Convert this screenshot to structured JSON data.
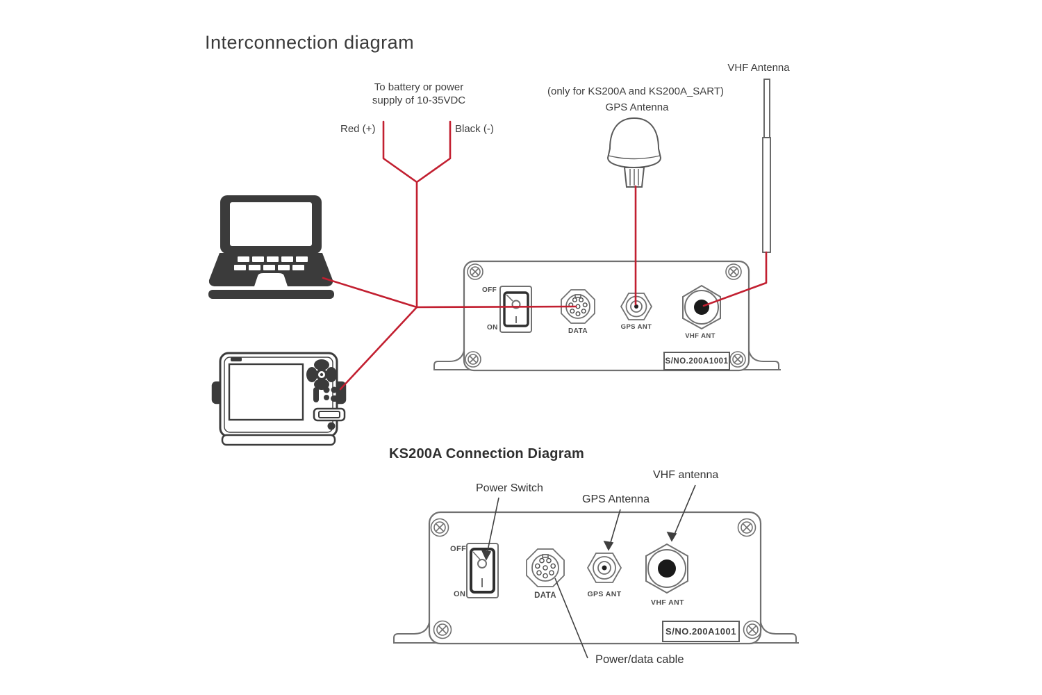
{
  "colors": {
    "wire_red": "#c21f30",
    "line_gray": "#707070",
    "device_dark": "#3b3b3b",
    "text": "#3d3d3d"
  },
  "top_diagram": {
    "title": "Interconnection diagram",
    "battery_note_line1": "To battery or power",
    "battery_note_line2": "supply of 10-35VDC",
    "red_wire_label": "Red (+)",
    "black_wire_label": "Black (-)",
    "gps_note": "(only for KS200A and KS200A_SART)",
    "gps_antenna_label": "GPS Antenna",
    "vhf_antenna_label": "VHF Antenna",
    "panel": {
      "off": "OFF",
      "on": "ON",
      "data": "DATA",
      "gps_ant": "GPS ANT",
      "vhf_ant": "VHF ANT",
      "serial": "S/NO.200A1001"
    }
  },
  "bottom_diagram": {
    "heading": "KS200A Connection Diagram",
    "power_switch_label": "Power Switch",
    "gps_antenna_label": "GPS Antenna",
    "vhf_antenna_label": "VHF antenna",
    "power_data_cable_label": "Power/data cable",
    "panel": {
      "off": "OFF",
      "on": "ON",
      "data": "DATA",
      "gps_ant": "GPS ANT",
      "vhf_ant": "VHF ANT",
      "serial": "S/NO.200A1001"
    }
  }
}
